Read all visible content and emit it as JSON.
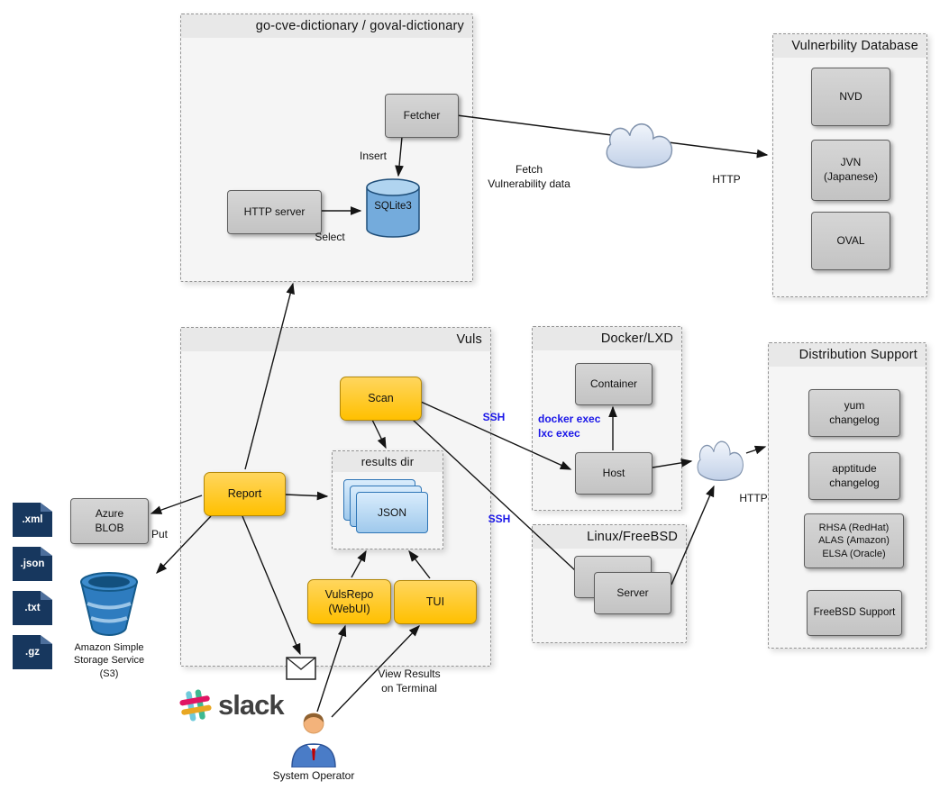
{
  "colors": {
    "accent_yellow": "#ffc000",
    "node_gray": "#c3c3c3",
    "doc_blue": "#9fc9ec",
    "file_navy": "#17375e",
    "ssh_blue": "#1a16e8",
    "bucket_blue": "#2e7cbf"
  },
  "go_cve": {
    "title": "go-cve-dictionary / goval-dictionary",
    "fetcher": "Fetcher",
    "http_server": "HTTP server",
    "sqlite": "SQLite3",
    "insert": "Insert",
    "select": "Select"
  },
  "vuln_db": {
    "title": "Vulnerbility Database",
    "items": [
      "NVD",
      "JVN\n(Japanese)",
      "OVAL"
    ]
  },
  "vuls": {
    "title": "Vuls",
    "scan": "Scan",
    "report": "Report",
    "results_dir": "results dir",
    "json_doc": "JSON",
    "vulsrepo": "VulsRepo\n(WebUI)",
    "tui": "TUI"
  },
  "docker": {
    "title": "Docker/LXD",
    "container": "Container",
    "host": "Host"
  },
  "linux": {
    "title": "Linux/FreeBSD",
    "server": "Server"
  },
  "dist": {
    "title": "Distribution Support",
    "items": [
      "yum\nchangelog",
      "apptitude\nchangelog",
      "RHSA (RedHat)\nALAS (Amazon)\nELSA (Oracle)",
      "FreeBSD Support"
    ]
  },
  "labels": {
    "fetch_vuln": "Fetch\nVulnerability data",
    "http_top": "HTTP",
    "http_right": "HTTP",
    "ssh_docker": "SSH",
    "ssh_linux": "SSH",
    "docker_exec": "docker exec\nlxc exec",
    "put": "Put",
    "view_results": "View Results\non Terminal",
    "system_operator": "System Operator"
  },
  "storage": {
    "azure": "Azure\nBLOB",
    "s3": "Amazon Simple\nStorage Service\n(S3)",
    "files": [
      ".xml",
      ".json",
      ".txt",
      ".gz"
    ]
  },
  "slack": {
    "text": "slack"
  }
}
